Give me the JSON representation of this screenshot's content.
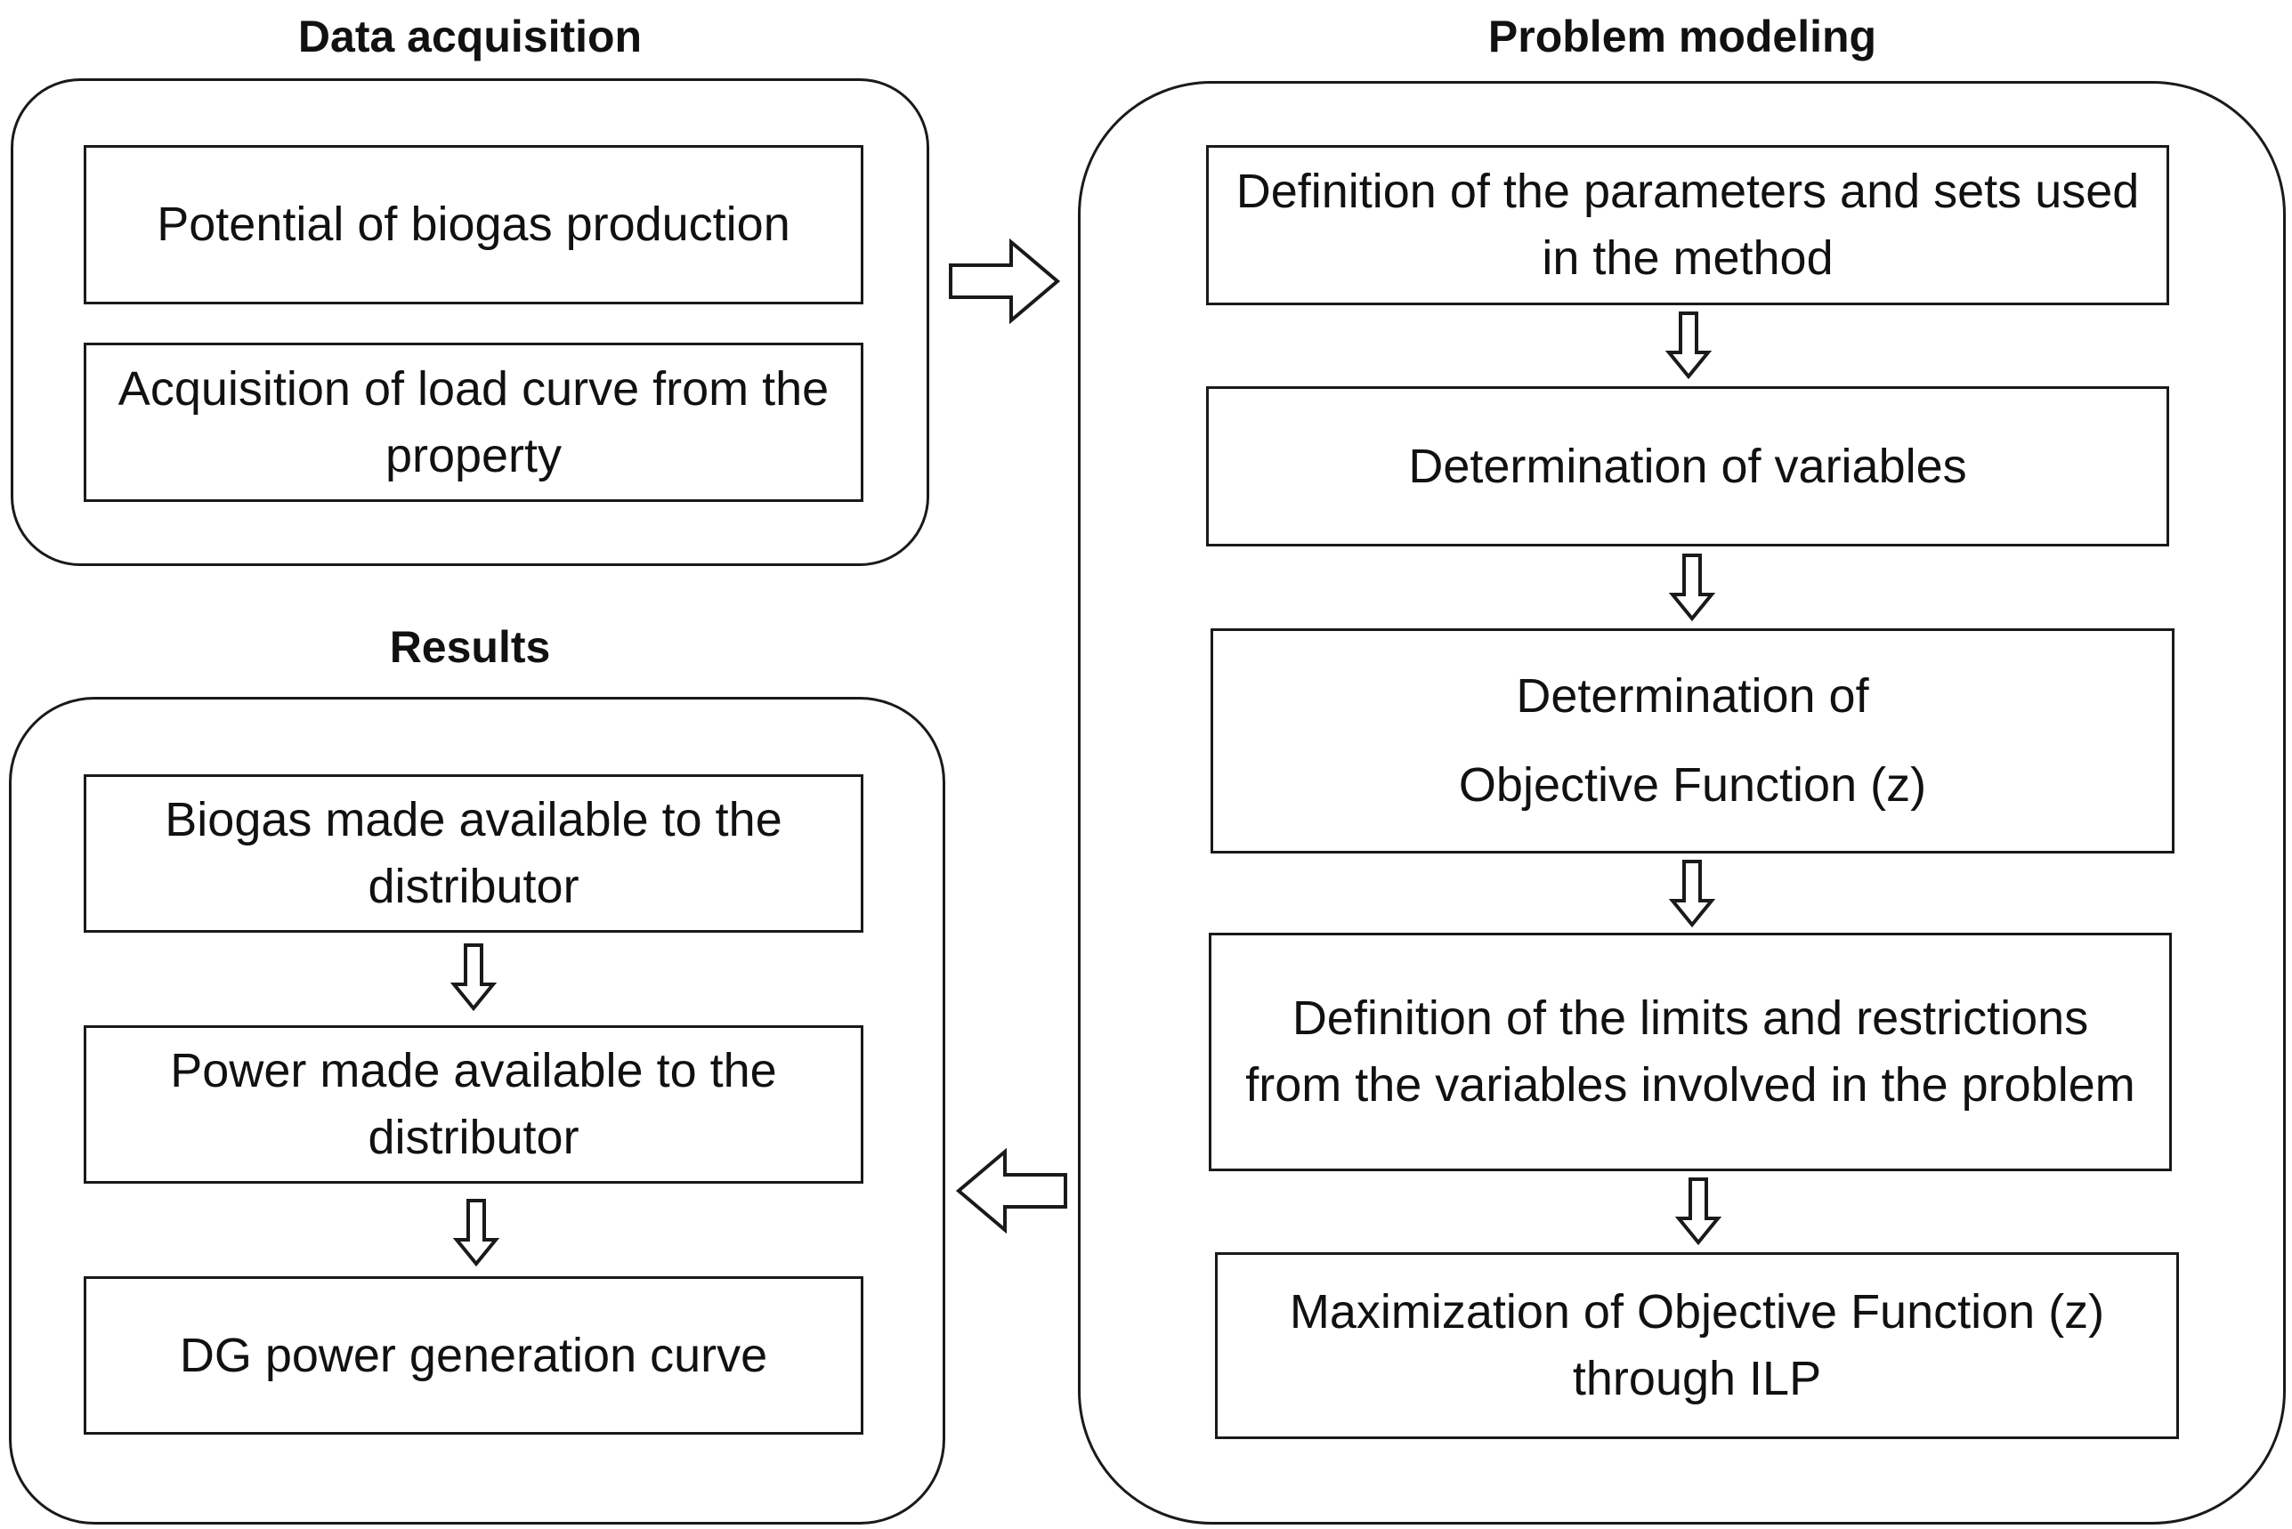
{
  "sections": {
    "data_acquisition": {
      "title": "Data acquisition",
      "steps": [
        "Potential of biogas production",
        "Acquisition of load curve from the property"
      ]
    },
    "problem_modeling": {
      "title": "Problem modeling",
      "steps": [
        "Definition of the parameters and sets used in the method",
        "Determination of variables",
        "Determination of",
        "Objective Function (z)",
        "Definition of the limits and restrictions from the variables involved in the problem",
        "Maximization of Objective Function (z) through ILP"
      ]
    },
    "results": {
      "title": "Results",
      "steps": [
        "Biogas made available to the distributor",
        "Power made available to the distributor",
        "DG power generation curve"
      ]
    }
  },
  "icons": {
    "flow_right": "arrow-right-icon",
    "flow_left": "arrow-left-icon",
    "flow_down": "arrow-down-icon"
  }
}
